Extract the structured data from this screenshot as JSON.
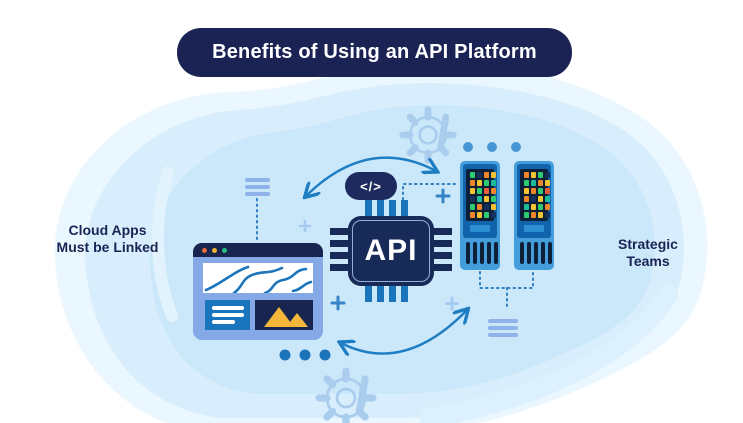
{
  "banner": {
    "title": "Benefits of Using an API Platform",
    "bg": "#1b2355",
    "text_color": "#ffffff"
  },
  "left_label": {
    "line1": "Cloud Apps",
    "line2": "Must be Linked"
  },
  "right_label": {
    "line1": "Strategic",
    "line2": "Teams"
  },
  "api_chip": {
    "label": "API"
  },
  "code_tag": {
    "label": "</>"
  },
  "browser": {
    "traffic_lights": [
      "#e96c3f",
      "#eeb231",
      "#27c187"
    ]
  },
  "servers": {
    "palette": {
      "g": "#2ecc71",
      "o": "#f0862a",
      "y": "#f5c331",
      "t": "#1abc9c",
      "r": "#e85c3a",
      "d": "#14315e"
    },
    "left_grid": [
      "gdoy",
      "oygt",
      "ygro",
      "dtyg",
      "gody",
      "oygd"
    ],
    "right_grid": [
      "oygd",
      "gtoy",
      "yogr",
      "odyt",
      "tygo",
      "goyd"
    ]
  },
  "colors": {
    "banner_bg": "#1b2355",
    "label_text": "#1b2355",
    "arrow_blue": "#1f7dc2",
    "accent_blue": "#1b75bc",
    "gear_outline": "#aacdee",
    "dotted_connector": "#2e80c0",
    "blob_outer": "#ebf7fe",
    "blob_mid": "#d8eefc",
    "blob_inner": "#cbe8fb",
    "browser_frame": "#85a9e6",
    "navy_panel": "#17254f",
    "server_shell": "#449ddb",
    "server_panel": "#1164ac",
    "server_screen": "#0d2038",
    "mountain_yellow": "#f5b63a"
  }
}
